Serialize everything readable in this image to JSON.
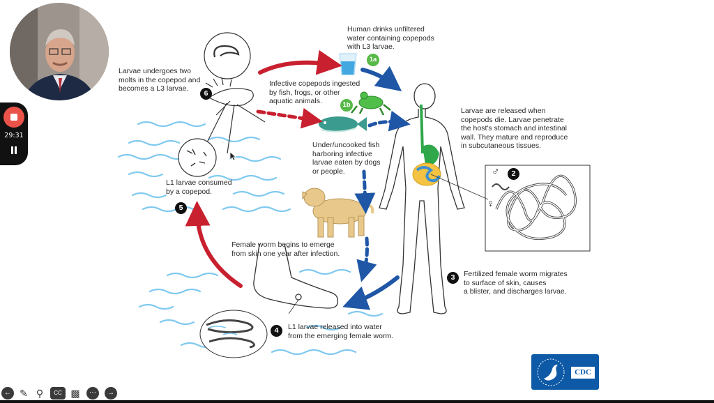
{
  "recorder": {
    "timer": "29:31"
  },
  "toolbar": {
    "cc_label": "CC"
  },
  "diagram": {
    "steps": {
      "s1a": "1a",
      "s1b": "1b",
      "s2": "2",
      "s3": "3",
      "s4": "4",
      "s5": "5",
      "s6": "6"
    },
    "labels": {
      "human_drinks": [
        "Human drinks unfiltered",
        "water containing copepods",
        "with L3 larvae."
      ],
      "molts": [
        "Larvae undergoes two",
        "molts in the copepod and",
        "becomes a L3 larvae."
      ],
      "infective": [
        "Infective copepods ingested",
        "by fish, frogs, or other",
        "aquatic animals."
      ],
      "released": [
        "Larvae are released when",
        "copepods die. Larvae penetrate",
        "the host's stomach and intestinal",
        "wall.  They mature and reproduce",
        "in subcutaneous tissues."
      ],
      "undercooked": [
        "Under/uncooked fish",
        "harboring infective",
        "larvae eaten by dogs",
        "or people."
      ],
      "consumed": [
        "L1 larvae consumed",
        "by a copepod."
      ],
      "emerge": [
        "Female worm begins to emerge",
        "from skin one year after infection."
      ],
      "migrates": [
        "Fertilized female worm migrates",
        "to surface of skin, causes",
        "a blister, and discharges larvae."
      ],
      "l1_released": [
        "L1 larvae released into water",
        "from the emerging female worm."
      ]
    },
    "sex_symbols": {
      "male": "♂",
      "female": "♀"
    },
    "colors": {
      "red_arrow": "#c8202f",
      "blue_arrow": "#1f56a6",
      "water": "#7fc9ef",
      "green_badge": "#57b947"
    }
  },
  "logo": {
    "text": "CDC"
  }
}
